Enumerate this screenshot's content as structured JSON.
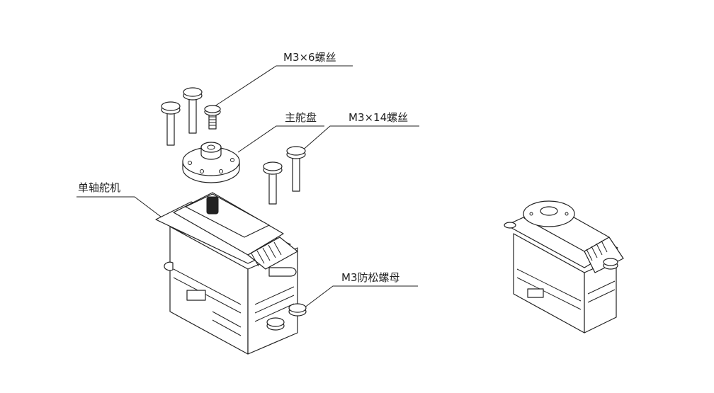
{
  "labels": {
    "screw_m3x6": "M3×6螺丝",
    "main_horn": "主舵盘",
    "screw_m3x14": "M3×14螺丝",
    "servo": "单轴舵机",
    "lock_nut": "M3防松螺母"
  }
}
